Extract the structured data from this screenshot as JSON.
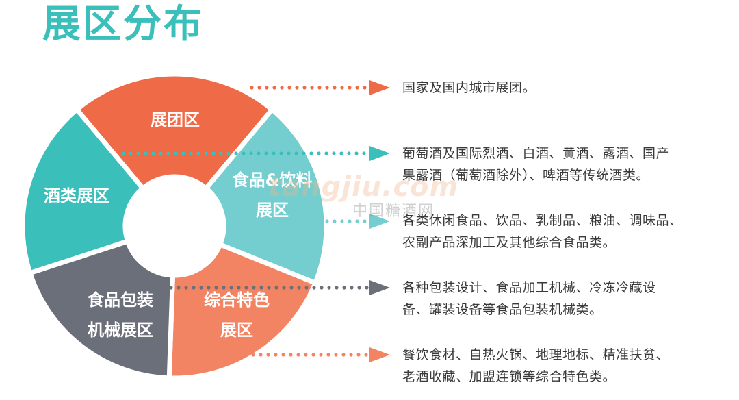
{
  "title": "展区分布",
  "colors": {
    "title": "#3bbfba",
    "seg_liquor": "#3bbfba",
    "seg_group": "#ef6a47",
    "seg_food": "#74cdcf",
    "seg_special": "#f28464",
    "seg_packaging": "#6b6f79",
    "text": "#3a3a3a"
  },
  "segments": [
    {
      "id": "group",
      "lines": [
        "展团区"
      ],
      "color": "#ef6a47"
    },
    {
      "id": "food",
      "lines": [
        "食品&饮料",
        "展区"
      ],
      "color": "#74cdcf"
    },
    {
      "id": "special",
      "lines": [
        "综合特色",
        "展区"
      ],
      "color": "#f28464"
    },
    {
      "id": "packaging",
      "lines": [
        "食品包装",
        "机械展区"
      ],
      "color": "#6b6f79"
    },
    {
      "id": "liquor",
      "lines": [
        "酒类展区"
      ],
      "color": "#3bbfba"
    }
  ],
  "descriptions": [
    {
      "id": "group",
      "lines": [
        "国家及国内城市展团。"
      ],
      "arrow_color": "#ef6a47"
    },
    {
      "id": "liquor",
      "lines": [
        "葡萄酒及国际烈酒、白酒、黄酒、露酒、国产",
        "果露酒（葡萄酒除外）、啤酒等传统酒类。"
      ],
      "arrow_color": "#3bbfba"
    },
    {
      "id": "food",
      "lines": [
        "各类休闲食品、饮品、乳制品、粮油、调味品、",
        "农副产品深加工及其他综合食品类。"
      ],
      "arrow_color": "#74cdcf"
    },
    {
      "id": "packaging",
      "lines": [
        "各种包装设计、食品加工机械、冷冻冷藏设",
        "备、罐装设备等食品包装机械类。"
      ],
      "arrow_color": "#6b6f79"
    },
    {
      "id": "special",
      "lines": [
        "餐饮食材、自热火锅、地理地标、精准扶贫、",
        "老酒收藏、加盟连锁等综合特色类。"
      ],
      "arrow_color": "#f28464"
    }
  ],
  "watermark": {
    "text": "tangjiu.com",
    "subtext": "中国糖酒网"
  }
}
